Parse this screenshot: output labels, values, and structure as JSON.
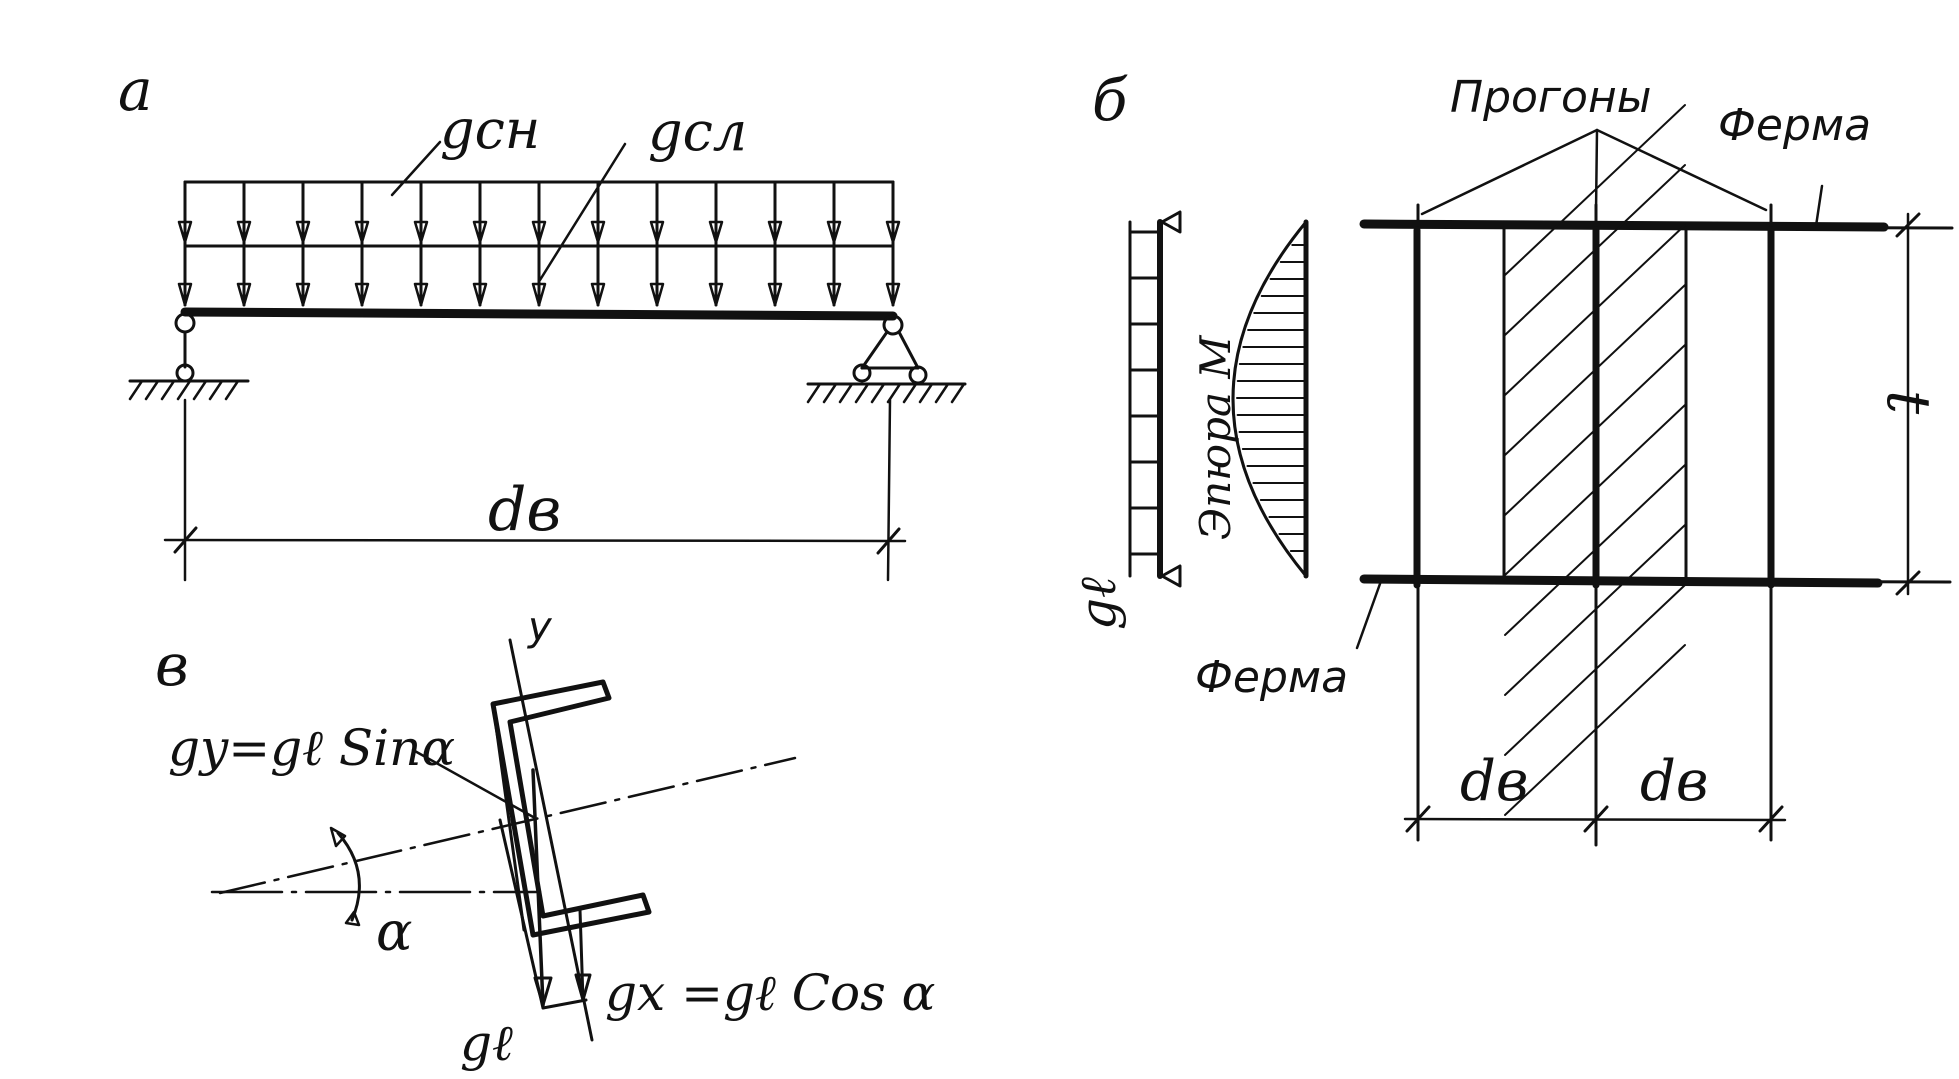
{
  "panel_a": {
    "tag": "а",
    "load_snow": "gсн",
    "load_self": "gсл",
    "span_label": "dв"
  },
  "panel_b": {
    "tag": "б",
    "purlins_label": "Прогоны",
    "truss_top_label": "Ферма",
    "truss_bottom_label": "Ферма",
    "moment_diagram_label": "Эпюра М",
    "load_label": "gℓ",
    "span_left_label": "dв",
    "span_right_label": "dв",
    "height_label": "t"
  },
  "panel_c": {
    "tag": "в",
    "axis_y": "y",
    "gy_formula": "gy=gℓ Sinα",
    "gx_formula": "gx =gℓ Cos α",
    "angle_label": "α",
    "load_label": "gℓ"
  }
}
